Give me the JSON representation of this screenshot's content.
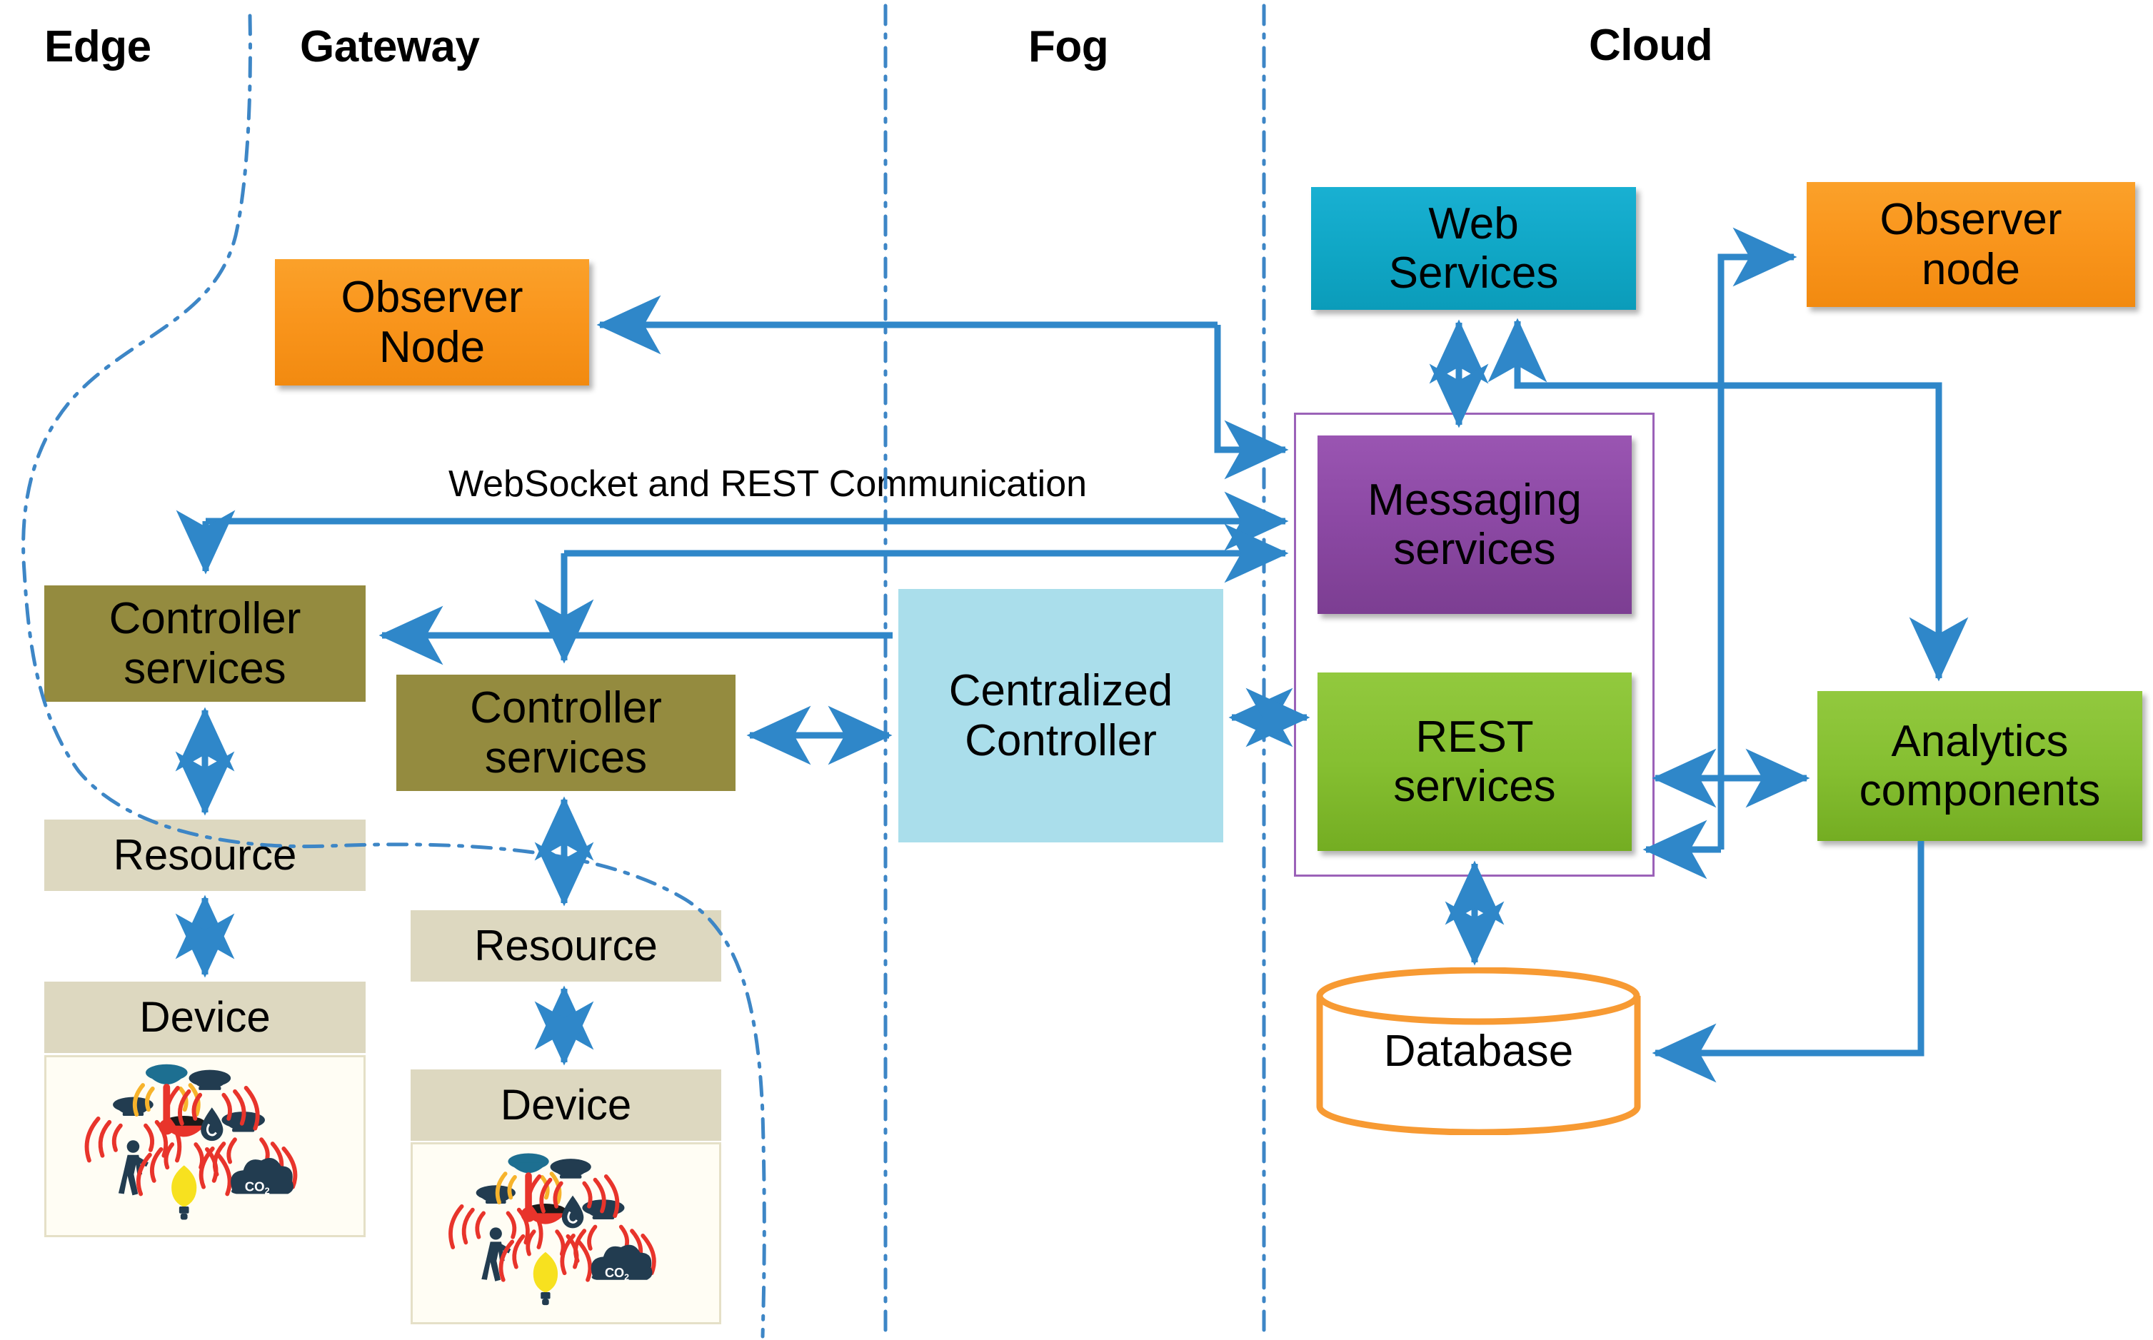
{
  "diagram": {
    "title": "Edge-Gateway-Fog-Cloud IoT architecture",
    "annotation_label": "WebSocket and REST Communication"
  },
  "zones": [
    {
      "id": "edge",
      "label": "Edge"
    },
    {
      "id": "gateway",
      "label": "Gateway"
    },
    {
      "id": "fog",
      "label": "Fog"
    },
    {
      "id": "cloud",
      "label": "Cloud"
    }
  ],
  "nodes": {
    "gateway_observer_node": {
      "label": "Observer\nNode",
      "color": "#f9951c"
    },
    "edge_controller_services": {
      "label": "Controller\nservices",
      "color": "#948b3f"
    },
    "edge_resource": {
      "label": "Resource",
      "color": "#ddd8c0"
    },
    "edge_device": {
      "label": "Device",
      "color": "#ddd8c0"
    },
    "gateway_controller_services": {
      "label": "Controller\nservices",
      "color": "#948b3f"
    },
    "gateway_resource": {
      "label": "Resource",
      "color": "#ddd8c0"
    },
    "gateway_device": {
      "label": "Device",
      "color": "#ddd8c0"
    },
    "centralized_controller": {
      "label": "Centralized\nController",
      "color": "#aadeeb"
    },
    "web_services": {
      "label": "Web\nServices",
      "color": "#10a7c6"
    },
    "messaging_services": {
      "label": "Messaging\nservices",
      "color": "#8b48a3"
    },
    "rest_services": {
      "label": "REST\nservices",
      "color": "#85bf31"
    },
    "cloud_observer_node": {
      "label": "Observer\nnode",
      "color": "#f9951c"
    },
    "analytics_components": {
      "label": "Analytics\ncomponents",
      "color": "#85bf31"
    },
    "database": {
      "label": "Database",
      "color": "#f79a33"
    }
  },
  "sensor_illustration": {
    "items": [
      "temperature-sensor",
      "occupancy-sensor",
      "light-sensor",
      "humidity-sensor",
      "co2-sensor"
    ],
    "co2_label": "CO",
    "co2_subscript": "2"
  },
  "colors": {
    "arrow": "#2f87c9",
    "zone_divider": "#3d86c6",
    "group_border": "#9b62b8",
    "database_outline": "#f79a33",
    "sensor_frame": "#e5e0c7"
  }
}
